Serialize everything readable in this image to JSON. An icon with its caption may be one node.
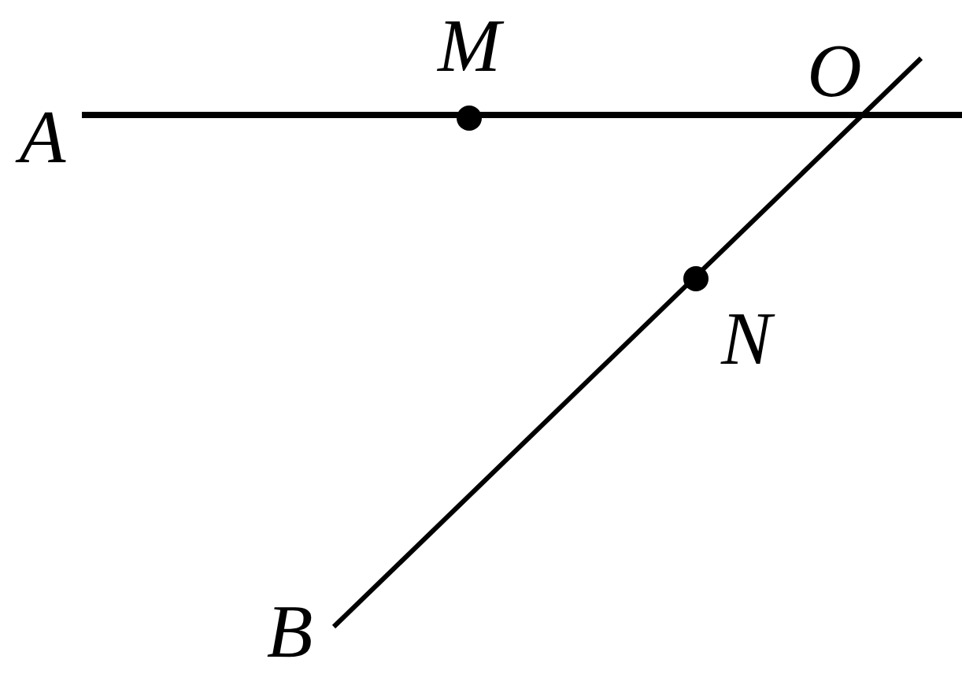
{
  "diagram": {
    "labels": [
      "M",
      "O",
      "A",
      "N",
      "B"
    ]
  }
}
